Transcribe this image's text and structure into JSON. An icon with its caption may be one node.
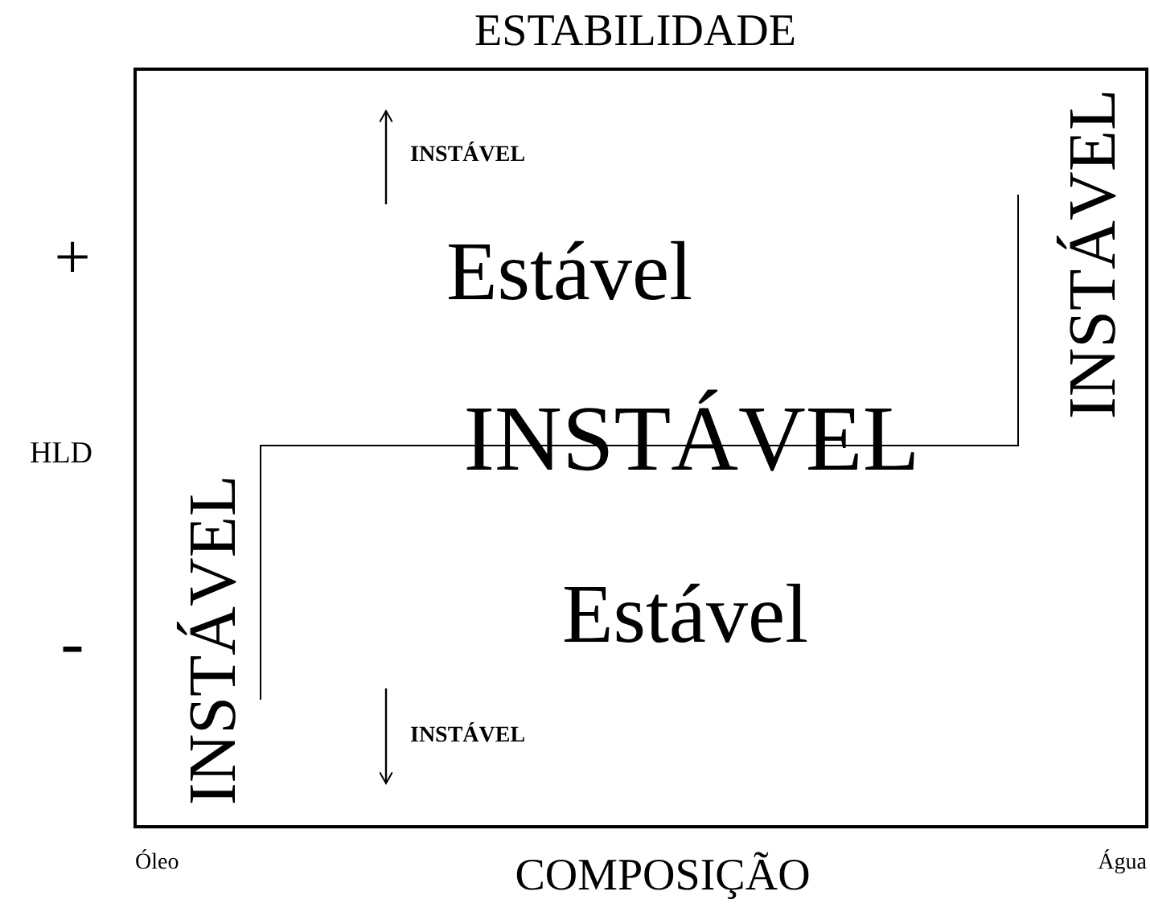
{
  "diagram": {
    "title": "ESTABILIDADE",
    "labels": [
      "INSTÁVEL",
      "INSTÁVEL",
      "+",
      "Estável",
      "HLD",
      "INSTÁVEL",
      "INSTÁVEL",
      "Estável",
      "-",
      "INSTÁVEL",
      "Óleo",
      "COMPOSIÇÃO",
      "Água"
    ]
  }
}
